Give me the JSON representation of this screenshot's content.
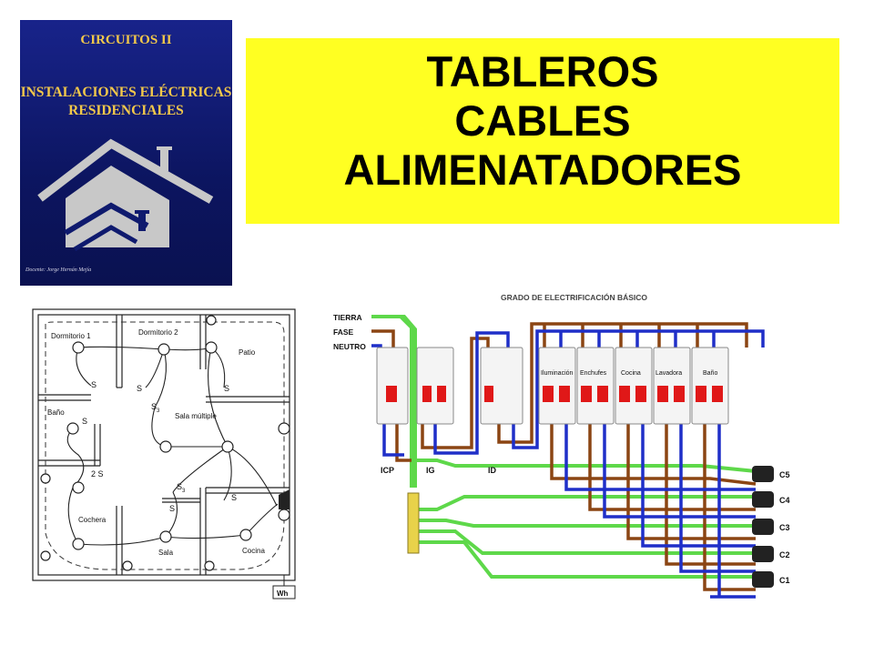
{
  "cover": {
    "line1": "CIRCUITOS II",
    "line2": "INSTALACIONES ELÉCTRICAS",
    "line3": "RESIDENCIALES",
    "author": "Docente: Jorge Hernán Mejía",
    "colors": {
      "background": "#0f1a6e",
      "text": "#f2c84a",
      "house": "#c8c8c8"
    }
  },
  "title": {
    "line1": "TABLEROS",
    "line2": "CABLES",
    "line3": "ALIMENATADORES",
    "background": "#ffff22"
  },
  "floor_plan": {
    "rooms": {
      "dormitorio1": "Dormitorio 1",
      "dormitorio2": "Dormitorio 2",
      "patio": "Patio",
      "bano": "Baño",
      "sala_multiple": "Sala múltiple",
      "cochera": "Cochera",
      "sala": "Sala",
      "cocina": "Cocina"
    },
    "switches": {
      "s": "S",
      "s3": "S",
      "s3_sub": "3",
      "two_s": "2 S"
    },
    "meter": "Wh"
  },
  "panel": {
    "title": "GRADO DE ELECTRIFICACIÓN BÁSICO",
    "inputs": {
      "tierra": "TIERRA",
      "fase": "FASE",
      "neutro": "NEUTRO"
    },
    "devices": {
      "icp": "ICP",
      "ig": "IG",
      "id": "ID"
    },
    "circuits": [
      "Iluminación",
      "Enchufes",
      "Cocina",
      "Lavadora",
      "Baño"
    ],
    "outputs": [
      "C5",
      "C4",
      "C3",
      "C2",
      "C1"
    ],
    "colors": {
      "earth": "#5ed84a",
      "phase": "#8b4513",
      "neutral": "#1f2fc8"
    }
  }
}
